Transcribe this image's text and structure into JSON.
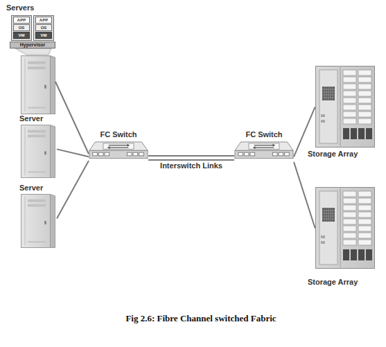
{
  "diagram": {
    "caption": "Fig 2.6: Fibre Channel switched Fabric",
    "nodes": [
      {
        "text": [
          "Servers"
        ]
      },
      {
        "text": [
          "APP",
          "OS",
          "VM"
        ],
        "in": 0
      },
      {
        "text": [
          "APP",
          "OS",
          "VM"
        ],
        "in": 0
      },
      {
        "text": [
          "Hypervisor"
        ],
        "in": 0
      },
      {
        "text": [
          "Server"
        ]
      },
      {
        "text": [
          "Server"
        ]
      },
      {
        "text": [
          "FC Switch"
        ]
      },
      {
        "text": [
          "FC Switch"
        ]
      },
      {
        "text": [
          "Storage Array"
        ]
      },
      {
        "text": [
          "Storage Array"
        ]
      }
    ],
    "edges": [
      {
        "from": 0,
        "to": 6,
        "arrow": "none"
      },
      {
        "from": 4,
        "to": 6,
        "arrow": "none"
      },
      {
        "from": 5,
        "to": 6,
        "arrow": "none"
      },
      {
        "from": 6,
        "to": 7,
        "label": "Interswitch Links",
        "arrow": "none"
      },
      {
        "from": 6,
        "to": 7,
        "arrow": "none"
      },
      {
        "from": 7,
        "to": 8,
        "arrow": "none"
      },
      {
        "from": 7,
        "to": 9,
        "arrow": "none"
      }
    ]
  }
}
